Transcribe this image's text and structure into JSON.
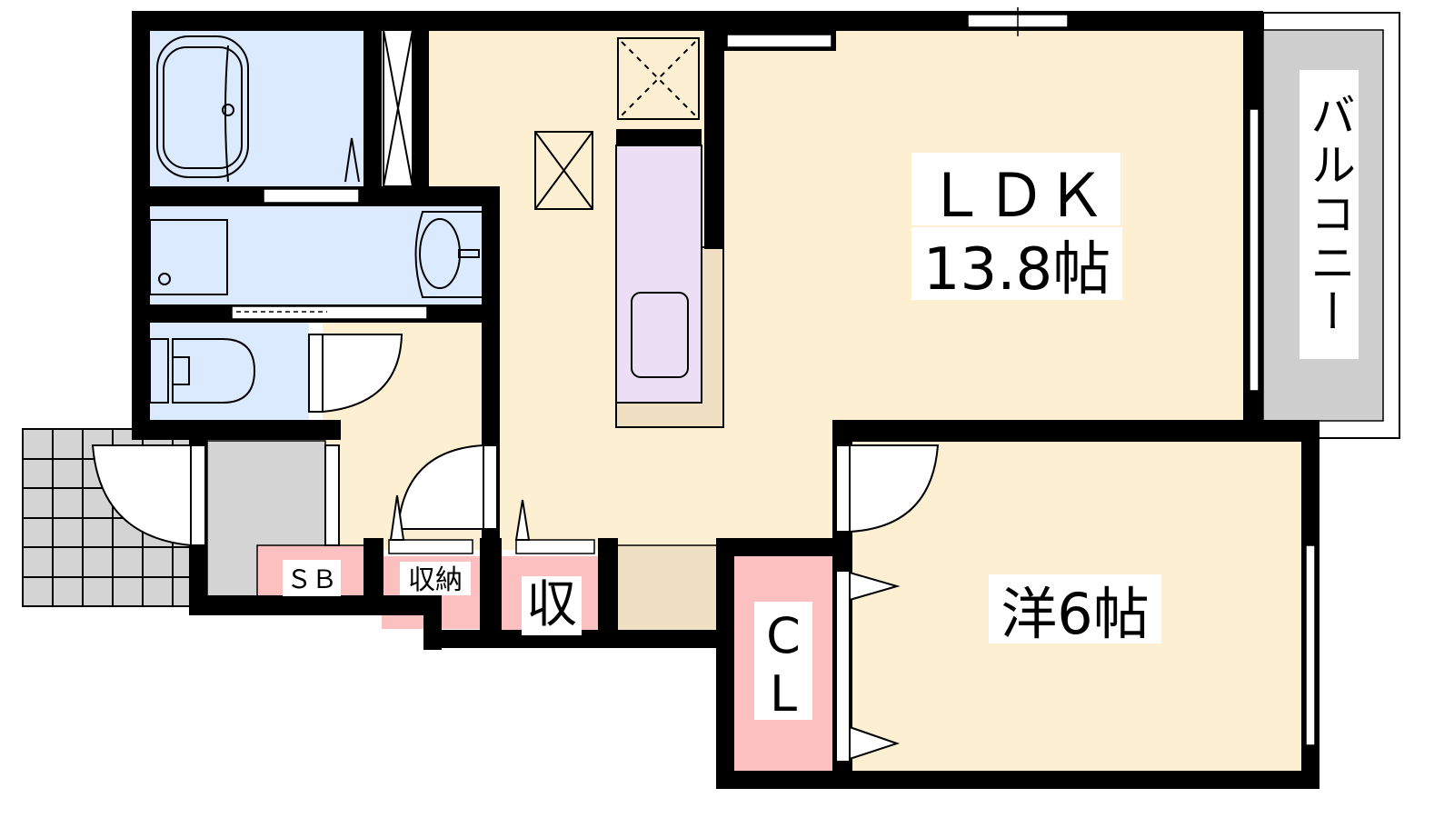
{
  "rooms": {
    "ldk": {
      "name": "ＬＤＫ",
      "size": "13.8帖"
    },
    "western": {
      "label": "洋6帖"
    },
    "closet": {
      "label_top": "C",
      "label_bottom": "L"
    },
    "balcony": {
      "label": "バルコニー"
    },
    "shoe_box": {
      "label": "ＳＢ"
    },
    "storage_small": {
      "label": "収納"
    },
    "storage": {
      "label": "収"
    }
  },
  "colors": {
    "floor": "#fdf0d2",
    "wet_area": "#dbeaff",
    "kitchen": "#ecdff5",
    "storage": "#fdc0c0",
    "genkan": "#d4d4d4",
    "tan": "#efdfc3",
    "wall": "#000000"
  }
}
